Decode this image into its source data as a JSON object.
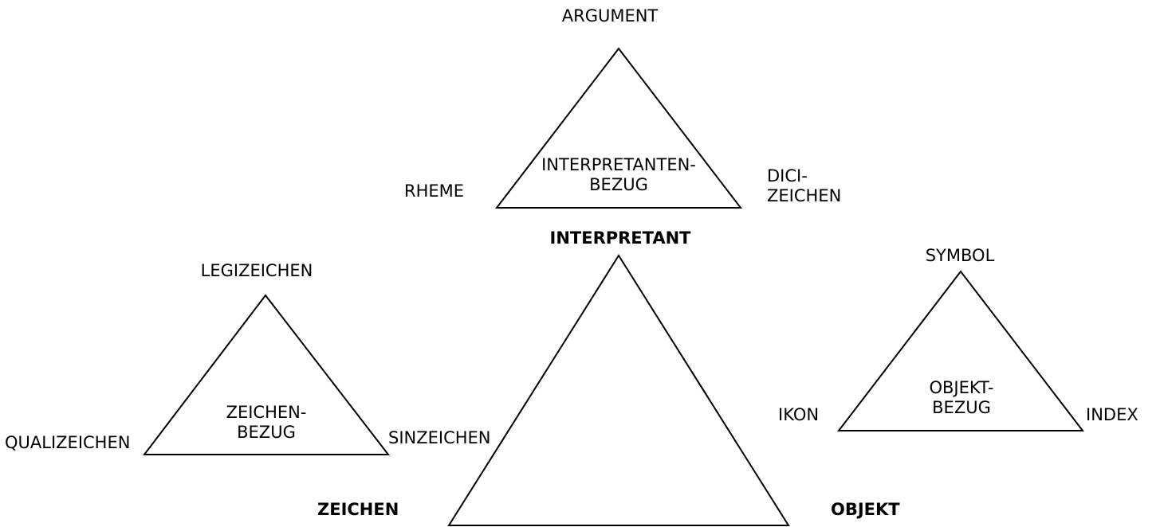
{
  "main": {
    "interpretant": "INTERPRETANT",
    "zeichen": "ZEICHEN",
    "objekt": "OBJEKT"
  },
  "interpretant_triangle": {
    "top": "ARGUMENT",
    "left": "RHEME",
    "right_line1": "DICI-",
    "right_line2": "ZEICHEN",
    "center_line1": "INTERPRETANTEN-",
    "center_line2": "BEZUG"
  },
  "zeichen_triangle": {
    "top": "LEGIZEICHEN",
    "left": "QUALIZEICHEN",
    "right": "SINZEICHEN",
    "center_line1": "ZEICHEN-",
    "center_line2": "BEZUG"
  },
  "objekt_triangle": {
    "top": "SYMBOL",
    "left": "IKON",
    "right": "INDEX",
    "center_line1": "OBJEKT-",
    "center_line2": "BEZUG"
  },
  "colors": {
    "stroke": "#000000",
    "background": "#ffffff"
  }
}
